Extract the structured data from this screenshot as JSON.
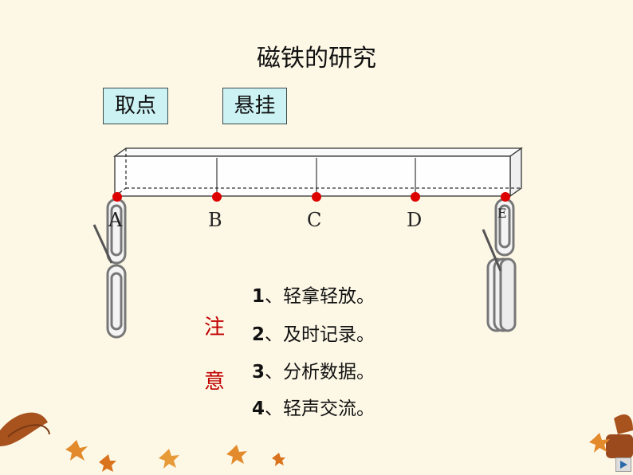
{
  "slide": {
    "title": "磁铁的研究",
    "buttons": {
      "take_point": "取点",
      "hang": "悬挂"
    },
    "points": [
      "A",
      "B",
      "C",
      "D",
      "E"
    ],
    "note_label": [
      "注",
      "意"
    ],
    "tips": [
      {
        "num": "1",
        "text": "、轻拿轻放。"
      },
      {
        "num": "2",
        "text": "、及时记录。"
      },
      {
        "num": "3",
        "text": "、分析数据。"
      },
      {
        "num": "4",
        "text": "、轻声交流。"
      }
    ]
  },
  "colors": {
    "background": "#fdf8e6",
    "button_bg": "#ccf2f4",
    "point_red": "#dd0000",
    "note_red": "#c00000",
    "leaf_orange": "#e28a2c",
    "leaf_brown": "#a8521e"
  },
  "icons": [
    "paperclip-icon",
    "leaf-icon",
    "next-arrow-icon"
  ]
}
